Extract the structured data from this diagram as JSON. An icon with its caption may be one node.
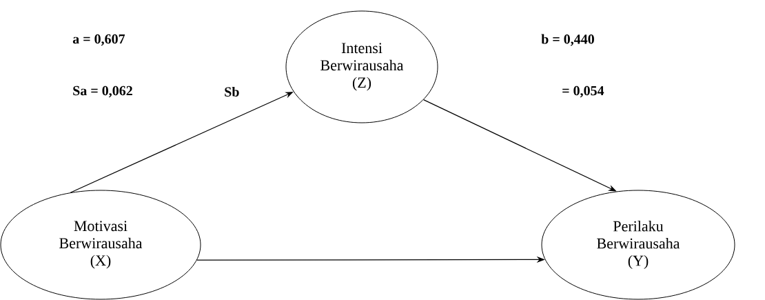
{
  "diagram": {
    "nodes": [
      {
        "text": [
          "Motivasi Berwirausaha (X)"
        ]
      },
      {
        "text": [
          "Intensi Berwirausaha (Z)"
        ]
      },
      {
        "text": [
          "Perilaku Berwirausaha (Y)"
        ]
      }
    ],
    "edges": [
      {
        "from": 0,
        "to": 1,
        "arrow": "to"
      },
      {
        "from": 1,
        "to": 2,
        "arrow": "to"
      },
      {
        "from": 0,
        "to": 2,
        "arrow": "to"
      }
    ],
    "labels": [
      "a  = 0,607",
      "b = 0,440",
      "Sa = 0,062",
      "Sb",
      "= 0,054"
    ]
  }
}
